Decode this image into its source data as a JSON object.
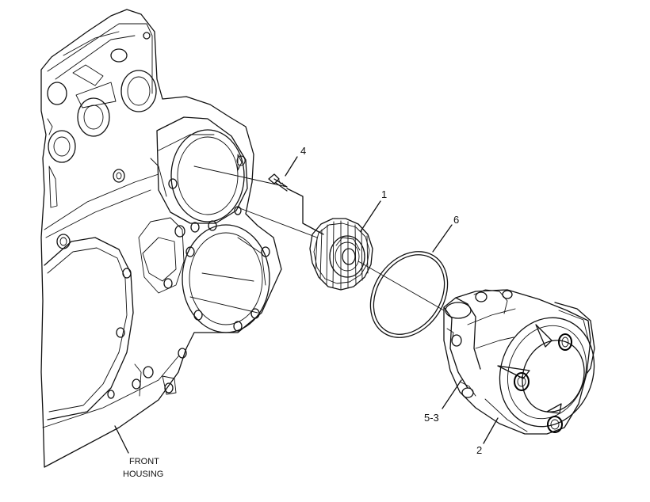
{
  "callouts": {
    "c1": "1",
    "c2": "2",
    "c4": "4",
    "c6": "6",
    "c53": "5-3"
  },
  "caption": {
    "line1": "FRONT",
    "line2": "HOUSING"
  }
}
